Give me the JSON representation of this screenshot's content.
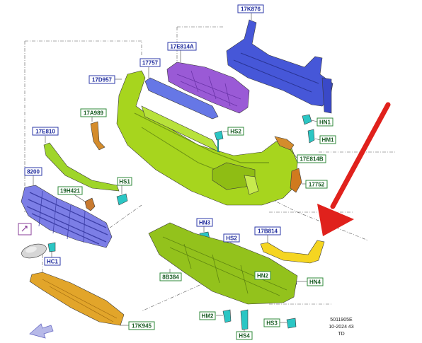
{
  "labels": {
    "p17K876": "17K876",
    "p17E814A": "17E814A",
    "p17757": "17757",
    "p17D957": "17D957",
    "p17A989": "17A989",
    "p17E810": "17E810",
    "p8200": "8200",
    "p19H421": "19H421",
    "pHS1": "HS1",
    "pHS2": "HS2",
    "pHN1": "HN1",
    "pHM1": "HM1",
    "p17E814B": "17E814B",
    "p17752": "17752",
    "pHN3": "HN3",
    "pHS2b": "HS2",
    "p17B814": "17B814",
    "pHC1": "HC1",
    "p8B384": "8B384",
    "pHN2": "HN2",
    "pHN4": "HN4",
    "pHM2": "HM2",
    "pHS4": "HS4",
    "pHS3": "HS3",
    "p17K945": "17K945"
  },
  "reference": {
    "code": "5011905E",
    "date": "10-2024 43",
    "suffix": "TD"
  },
  "colors": {
    "label_blue": "#1d2a9c",
    "label_green": "#1a5c24",
    "bumper": "#a7d51e",
    "reinforcement": "#4657d8",
    "absorber": "#9a5ad6",
    "grille": "#7c7ee6",
    "lower_shield": "#e2a52a",
    "trim": "#f5d521",
    "fastener": "#2bc6c4",
    "arrow": "#e0211c"
  },
  "icons": {
    "direction": "forward-arrow-icon",
    "pointer": "red-pointer-arrow-icon",
    "cover": "fog-lamp-cover-icon"
  }
}
